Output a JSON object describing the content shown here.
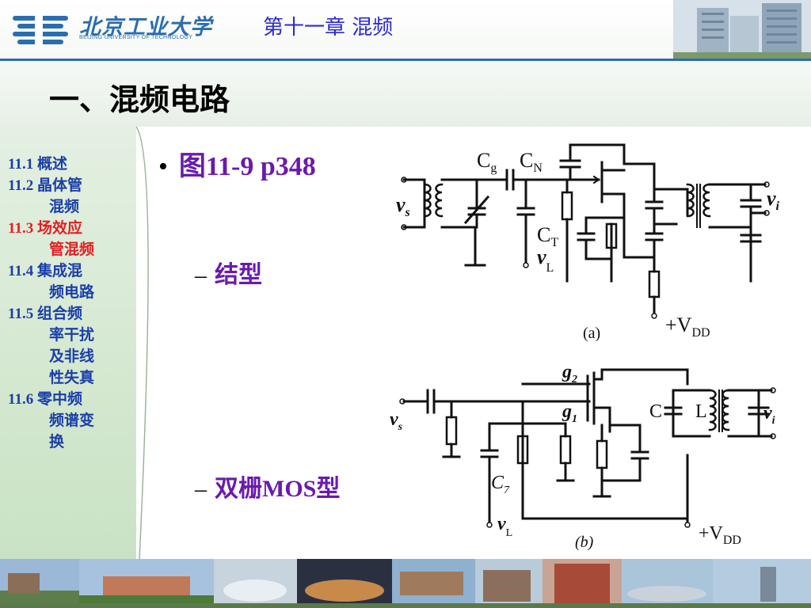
{
  "header": {
    "logo_cn": "北京工业大学",
    "logo_en": "BEIJING UNIVERSITY OF TECHNOLOGY",
    "chapter_title": "第十一章 混频"
  },
  "section_title": "一、混频电路",
  "toc": [
    {
      "num": "11.1",
      "text": "概述",
      "cont": "",
      "active": false
    },
    {
      "num": "11.2",
      "text": "晶体管",
      "cont": "混频",
      "active": false
    },
    {
      "num": "11.3",
      "text": "场效应",
      "cont": "管混频",
      "active": true
    },
    {
      "num": "11.4",
      "text": "集成混",
      "cont": "频电路",
      "active": false
    },
    {
      "num": "11.5",
      "text": "组合频",
      "cont": "率干扰\n及非线\n性失真",
      "active": false
    },
    {
      "num": "11.6",
      "text": "零中频",
      "cont": "频谱变\n换",
      "active": false
    }
  ],
  "content": {
    "bullet": "图11-9 p348",
    "sub1": "结型",
    "sub2": "双栅MOS型"
  },
  "circuit_a": {
    "cg": "C",
    "cg_sub": "g",
    "cn": "C",
    "cn_sub": "N",
    "ct": "C",
    "ct_sub": "T",
    "vs": "v",
    "vs_sub": "s",
    "vi": "v",
    "vi_sub": "i",
    "vl": "v",
    "vl_sub": "L",
    "vdd": "+V",
    "vdd_sub": "DD",
    "caption": "(a)"
  },
  "circuit_b": {
    "g2": "g",
    "g2_sub": "2",
    "g1": "g",
    "g1_sub": "1",
    "c": "C",
    "l": "L",
    "c7": "C",
    "c7_sub": "7",
    "vs": "v",
    "vs_sub": "s",
    "vi": "v",
    "vi_sub": "i",
    "vl": "v",
    "vl_sub": "L",
    "vdd": "+V",
    "vdd_sub": "DD",
    "caption": "(b)"
  },
  "colors": {
    "accent_blue": "#2a6db0",
    "toc_blue": "#1a3faa",
    "active_red": "#e22020",
    "purple": "#6a1ab0"
  }
}
